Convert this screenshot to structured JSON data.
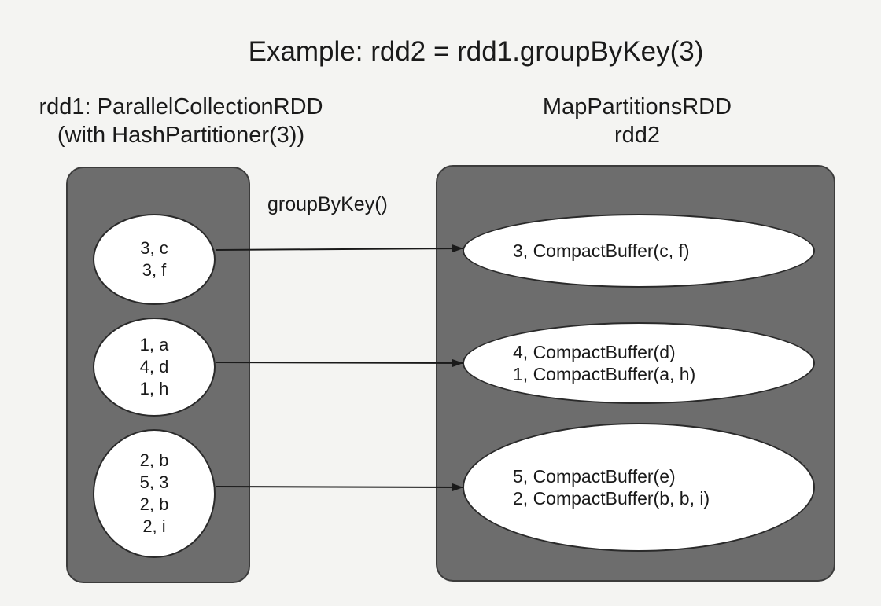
{
  "title": "Example: rdd2 = rdd1.groupByKey(3)",
  "source_rdd": {
    "line1": "rdd1: ParallelCollectionRDD",
    "line2": "(with HashPartitioner(3))",
    "partitions": [
      [
        "3, c",
        "3, f"
      ],
      [
        "1, a",
        "4, d",
        "1, h"
      ],
      [
        "2, b",
        "5, 3",
        "2, b",
        "2, i"
      ]
    ]
  },
  "operation_label": "groupByKey()",
  "target_rdd": {
    "line1": "MapPartitionsRDD",
    "line2": "rdd2",
    "partitions": [
      [
        "3, CompactBuffer(c, f)"
      ],
      [
        "4, CompactBuffer(d)",
        "1, CompactBuffer(a, h)"
      ],
      [
        "5, CompactBuffer(e)",
        "2, CompactBuffer(b, b, i)"
      ]
    ]
  },
  "colors": {
    "panel": "#6d6d6d",
    "partition": "#ffffff",
    "arrow": "#1a1a1a"
  }
}
